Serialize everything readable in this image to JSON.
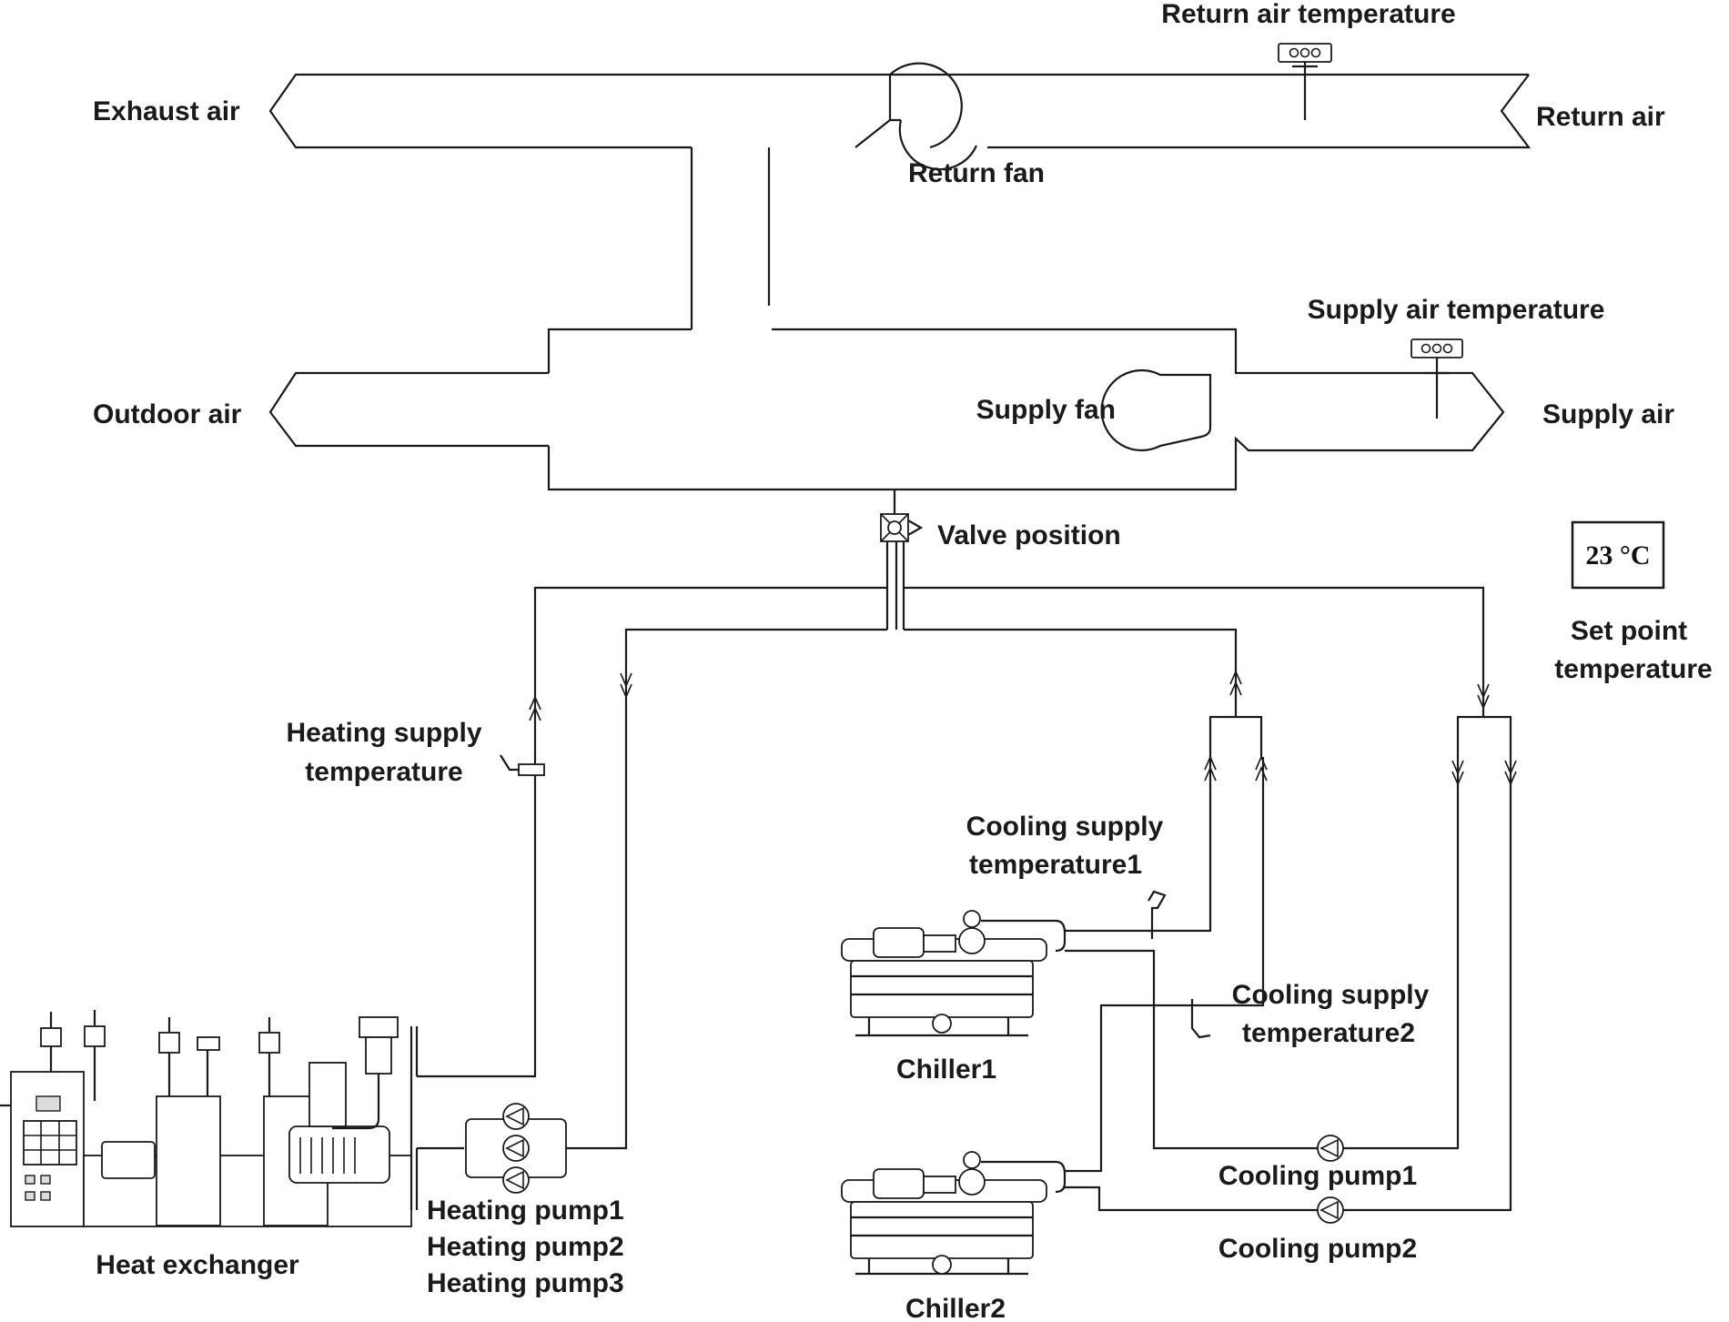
{
  "labels": {
    "exhaust_air": "Exhaust air",
    "return_air": "Return air",
    "return_air_temperature": "Return air temperature",
    "return_fan": "Return fan",
    "outdoor_air": "Outdoor air",
    "supply_air": "Supply air",
    "supply_fan": "Supply fan",
    "supply_air_temperature": "Supply air temperature",
    "valve_position": "Valve position",
    "set_point_value": "23 °C",
    "set_point_line1": "Set point",
    "set_point_line2": "temperature",
    "heating_supply_line1": "Heating supply",
    "heating_supply_line2": "temperature",
    "cooling_supply1_line1": "Cooling supply",
    "cooling_supply1_line2": "temperature1",
    "cooling_supply2_line1": "Cooling supply",
    "cooling_supply2_line2": "temperature2",
    "chiller1": "Chiller1",
    "chiller2": "Chiller2",
    "heat_exchanger": "Heat exchanger",
    "heating_pump1": "Heating pump1",
    "heating_pump2": "Heating pump2",
    "heating_pump3": "Heating pump3",
    "cooling_pump1": "Cooling pump1",
    "cooling_pump2": "Cooling pump2"
  },
  "icons": {
    "temperature_sensor": "thermostat-icon",
    "pipe_sensor": "pipe-thermometer-icon",
    "valve": "control-valve-icon",
    "fan": "fan-icon",
    "pump": "pump-icon",
    "chiller": "chiller-icon",
    "heat_exchanger": "heat-exchanger-icon"
  }
}
